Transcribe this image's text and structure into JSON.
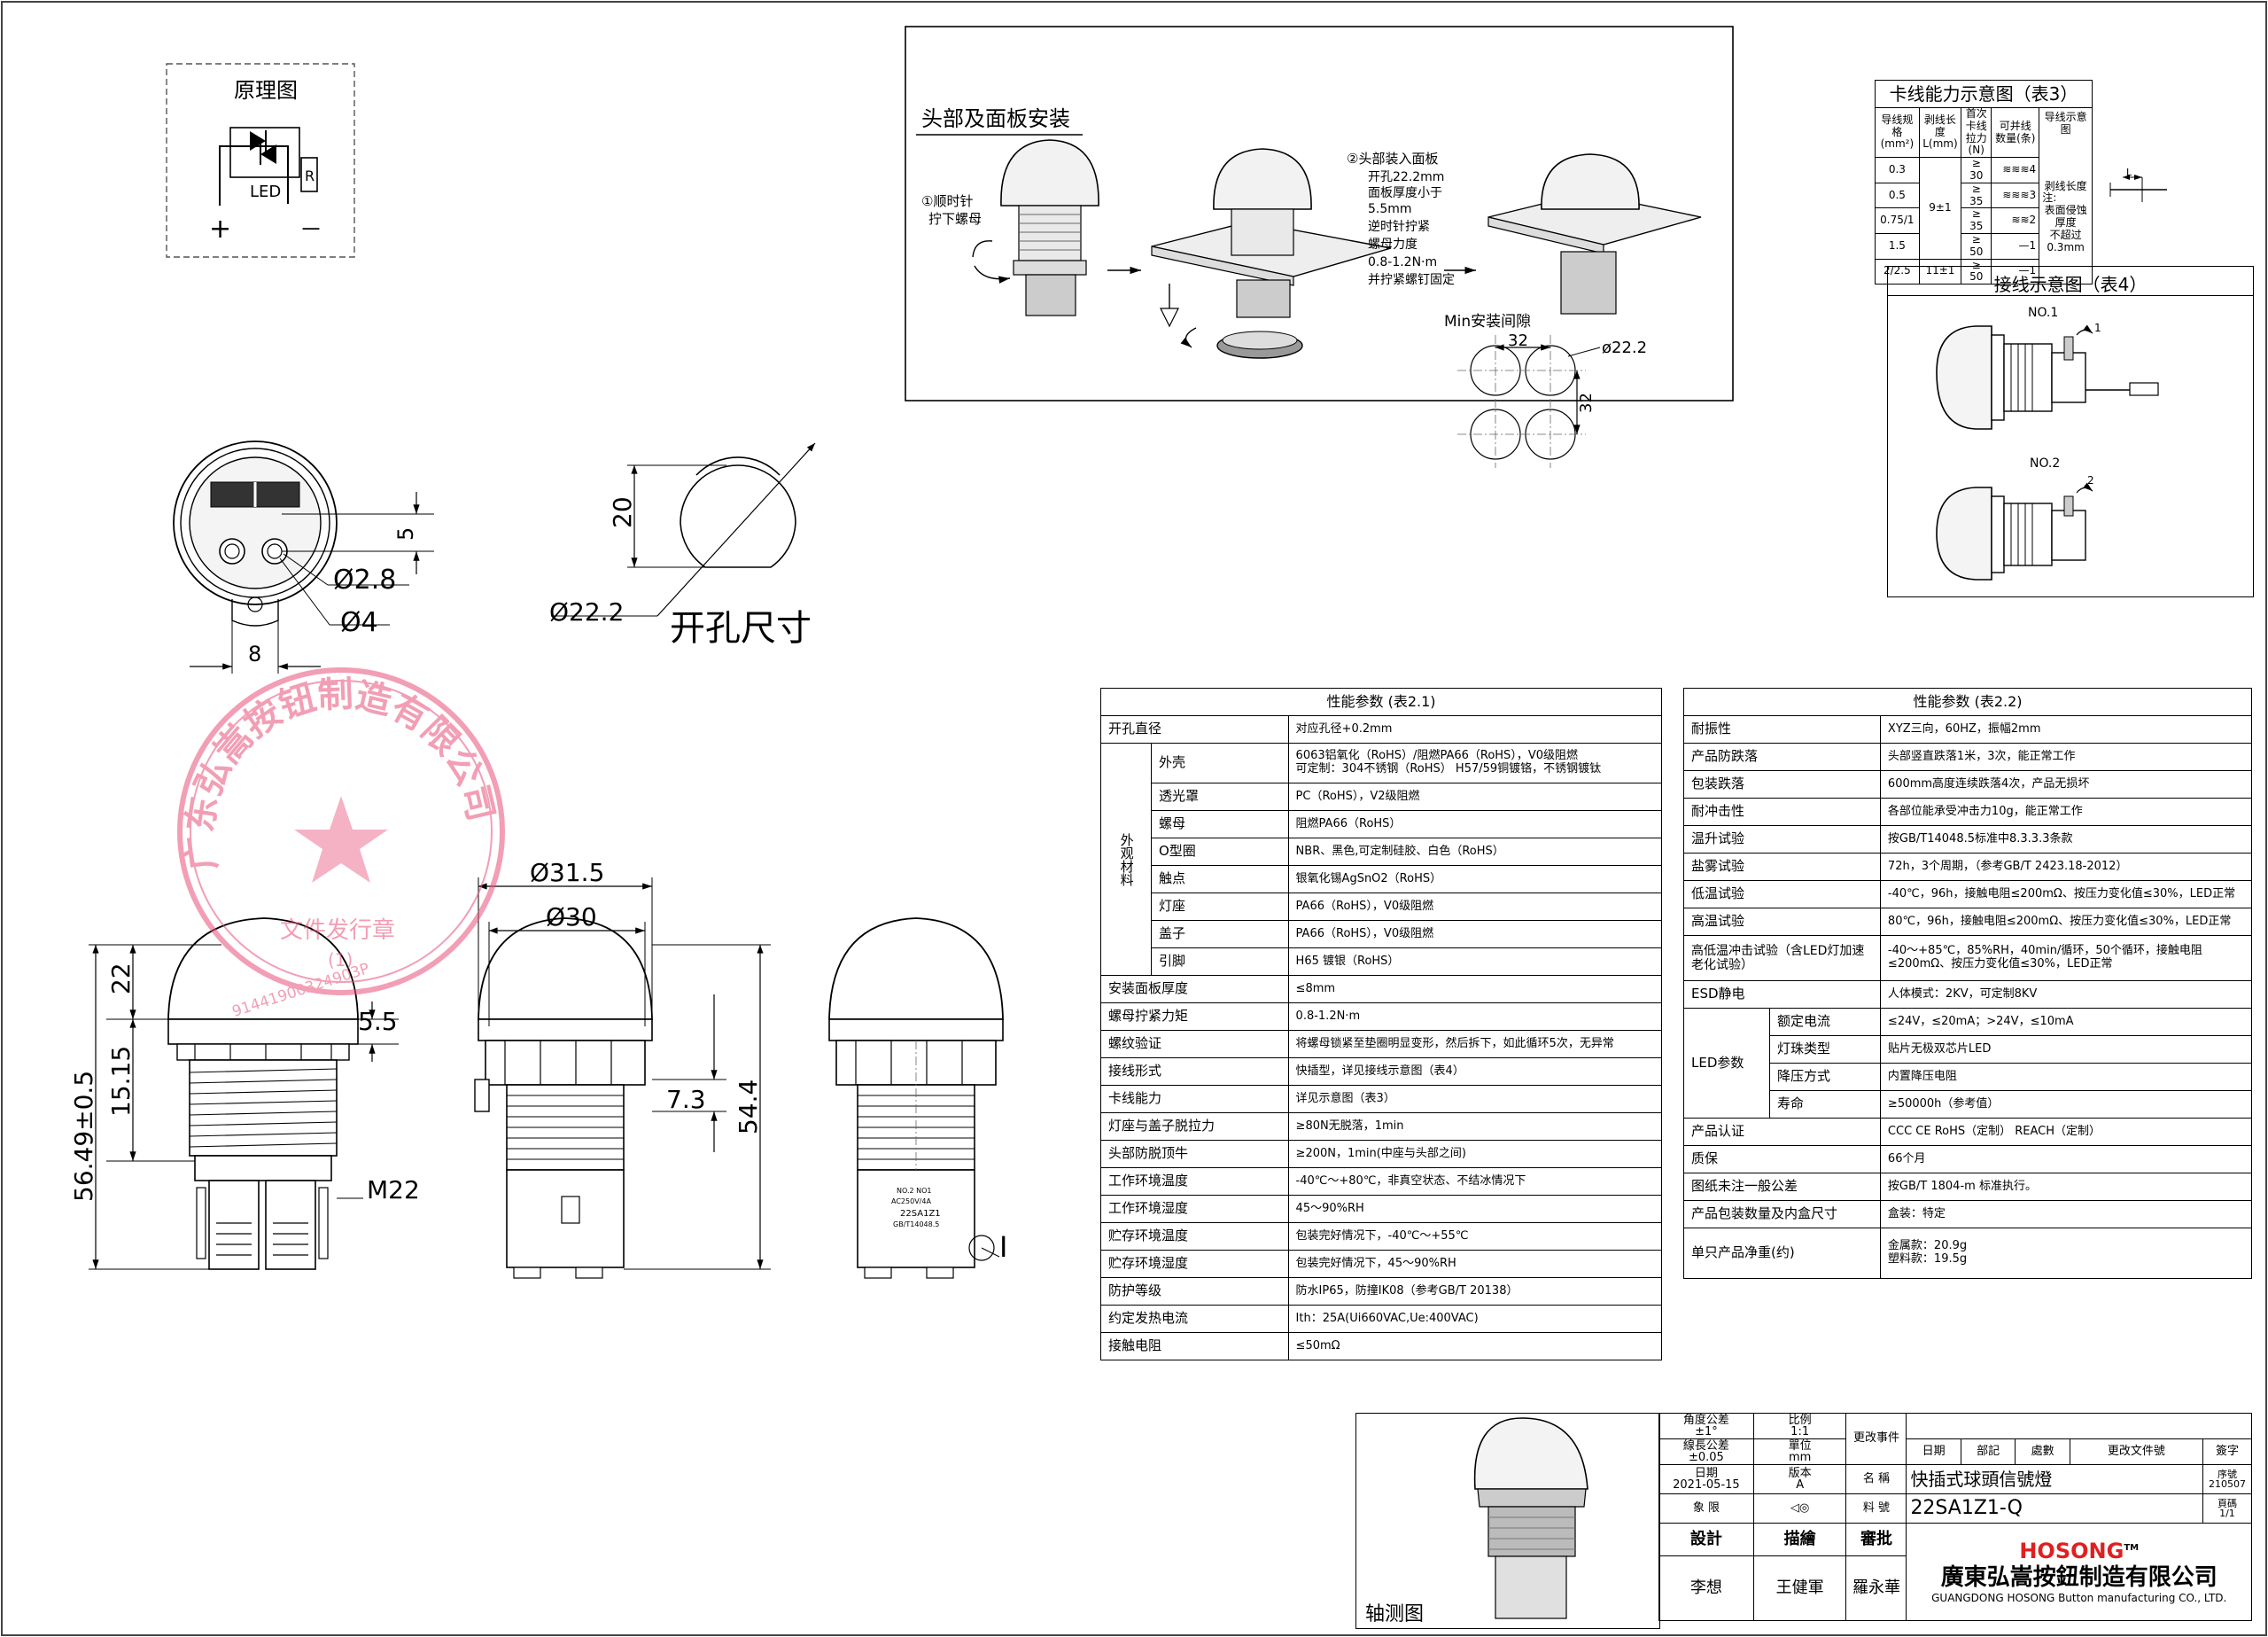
{
  "principle": {
    "title": "原理图",
    "led": "LED",
    "r": "R",
    "plus": "+",
    "minus": "－"
  },
  "install": {
    "title": "头部及面板安装",
    "step1": [
      "①顺时针",
      "拧下螺母"
    ],
    "step2": [
      "②头部装入面板",
      "开孔22.2mm",
      "面板厚度小于",
      "5.5mm",
      "逆时针拧紧",
      "螺母力度",
      "0.8-1.2N·m",
      "并拧紧螺钉固定"
    ],
    "min_spacing": "Min安装间隙",
    "dim32a": "32",
    "dim32b": "32",
    "dia": "ø22.2"
  },
  "dims": {
    "five": "5",
    "d28": "Ø2.8",
    "d4": "Ø4",
    "eight": "8",
    "twenty": "20",
    "d222": "Ø22.2",
    "cutout": "开孔尺寸",
    "d315": "Ø31.5",
    "d30": "Ø30",
    "h22": "22",
    "h55": "5.5",
    "h1515": "15.15",
    "h5649": "56.49±0.5",
    "m22": "M22",
    "h73": "7.3",
    "h544": "54.4",
    "roman": "I"
  },
  "label": {
    "l1": "NO.2 NO1",
    "l2": "AC250V/4A",
    "l3": "22SA1Z1",
    "l4": "GB/T14048.5"
  },
  "table3": {
    "title": "卡线能力示意图（表3）",
    "headers": [
      "导线规格(mm²)",
      "剥线长度L(mm)",
      "首次卡线拉力(N)",
      "可并线数量(条)",
      "导线示意图"
    ],
    "rows": [
      {
        "spec": "0.3",
        "strip": "9±1",
        "pull": "≥ 30",
        "count": "4"
      },
      {
        "spec": "0.5",
        "strip": "",
        "pull": "≥ 35",
        "count": "3"
      },
      {
        "spec": "0.75/1",
        "strip": "",
        "pull": "≥ 35",
        "count": "2"
      },
      {
        "spec": "1.5",
        "strip": "",
        "pull": "≥ 50",
        "count": "1"
      },
      {
        "spec": "2/2.5",
        "strip": "11±1",
        "pull": "≥ 50",
        "count": "1"
      }
    ],
    "note": [
      "剥线长度",
      "注:",
      "表面侵蚀厚度",
      "不超过0.3mm"
    ],
    "L": "L"
  },
  "table4": {
    "title": "接线示意图（表4）",
    "no1": "NO.1",
    "no2": "NO.2",
    "n1": "1",
    "n2": "2"
  },
  "table21": {
    "title": "性能参数  (表2.1)",
    "group": "外观材料",
    "rows": [
      {
        "k": "开孔直径",
        "v": "对应孔径+0.2mm"
      },
      {
        "k": "外壳",
        "v": "6063铝氧化（RoHS）/阻燃PA66（RoHS），V0级阻燃\n可定制：304不锈钢（RoHS）  H57/59铜镀铬，不锈钢镀钛"
      },
      {
        "k": "透光罩",
        "v": "PC（RoHS），V2级阻燃"
      },
      {
        "k": "螺母",
        "v": "阻燃PA66（RoHS）"
      },
      {
        "k": "O型圈",
        "v": "NBR、黑色,可定制硅胶、白色（RoHS）"
      },
      {
        "k": "触点",
        "v": "银氧化锡AgSnO2（RoHS）"
      },
      {
        "k": "灯座",
        "v": "PA66（RoHS），V0级阻燃"
      },
      {
        "k": "盖子",
        "v": "PA66（RoHS），V0级阻燃"
      },
      {
        "k": "引脚",
        "v": "H65 镀银（RoHS）"
      },
      {
        "k": "安装面板厚度",
        "v": "≤8mm"
      },
      {
        "k": "螺母拧紧力矩",
        "v": "0.8-1.2N·m"
      },
      {
        "k": "螺纹验证",
        "v": "将螺母锁紧至垫圈明显变形，然后拆下，如此循环5次，无异常"
      },
      {
        "k": "接线形式",
        "v": "快插型，详见接线示意图（表4）"
      },
      {
        "k": "卡线能力",
        "v": "详见示意图（表3）"
      },
      {
        "k": "灯座与盖子脱拉力",
        "v": "≥80N无脱落，1min"
      },
      {
        "k": "头部防脱顶牛",
        "v": "≥200N，1min(中座与头部之间)"
      },
      {
        "k": "工作环境温度",
        "v": "-40℃～+80℃，非真空状态、不结冰情况下"
      },
      {
        "k": "工作环境湿度",
        "v": "45～90%RH"
      },
      {
        "k": "贮存环境温度",
        "v": "包装完好情况下，-40℃～+55℃"
      },
      {
        "k": "贮存环境湿度",
        "v": "包装完好情况下，45～90%RH"
      },
      {
        "k": "防护等级",
        "v": "防水IP65，防撞IK08（参考GB/T 20138）"
      },
      {
        "k": "约定发热电流",
        "v": "Ith：25A(Ui660VAC,Ue:400VAC)"
      },
      {
        "k": "接触电阻",
        "v": "≤50mΩ"
      }
    ]
  },
  "table22": {
    "title": "性能参数  (表2.2)",
    "led_group": "LED参数",
    "rows": [
      {
        "k": "耐振性",
        "v": "XYZ三向，60HZ，振幅2mm"
      },
      {
        "k": "产品防跌落",
        "v": "头部竖直跌落1米，3次，能正常工作"
      },
      {
        "k": "包装跌落",
        "v": "600mm高度连续跌落4次，产品无损坏"
      },
      {
        "k": "耐冲击性",
        "v": "各部位能承受冲击力10g，能正常工作"
      },
      {
        "k": "温升试验",
        "v": "按GB/T14048.5标准中8.3.3.3条款"
      },
      {
        "k": "盐雾试验",
        "v": "72h，3个周期，（参考GB/T 2423.18-2012）"
      },
      {
        "k": "低温试验",
        "v": "-40℃，96h，接触电阻≤200mΩ、按压力变化值≤30%，LED正常"
      },
      {
        "k": "高温试验",
        "v": "80℃，96h，接触电阻≤200mΩ、按压力变化值≤30%，LED正常"
      },
      {
        "k": "高低温冲击试验（含LED灯加速老化试验）",
        "v": "-40～+85℃，85%RH，40min/循环，50个循环，接触电阻≤200mΩ、按压力变化值≤30%，LED正常"
      },
      {
        "k": "ESD静电",
        "v": "人体模式：2KV，可定制8KV"
      },
      {
        "k": "额定电流",
        "v": "≤24V，≤20mA；>24V，≤10mA"
      },
      {
        "k": "灯珠类型",
        "v": "贴片无极双芯片LED"
      },
      {
        "k": "降压方式",
        "v": "内置降压电阻"
      },
      {
        "k": "寿命",
        "v": "≥50000h（参考值）"
      },
      {
        "k": "产品认证",
        "v": "CCC CE RoHS（定制） REACH（定制）"
      },
      {
        "k": "质保",
        "v": "66个月"
      },
      {
        "k": "图纸未注一般公差",
        "v": "按GB/T 1804-m 标准执行。"
      },
      {
        "k": "产品包装数量及内盒尺寸",
        "v": "盒装：特定"
      },
      {
        "k": "单只产品净重(约)",
        "v": "金属款：20.9g\n塑料款：19.5g"
      }
    ]
  },
  "stamp": {
    "text": "广东弘嵩按钮制造有限公司",
    "sub": "文件发行章",
    "num": "(1)",
    "code": "91441900324903P"
  },
  "titleblock": {
    "axon": "轴测图",
    "angle_tol": "角度公差",
    "angle_val": "±1°",
    "lin_tol": "線長公差",
    "lin_val": "±0.05",
    "date_l": "日期",
    "date_v": "2021-05-15",
    "proj": "象 限",
    "scale_l": "比例",
    "scale_v": "1:1",
    "unit_l": "單位",
    "unit_v": "mm",
    "ver_l": "版本",
    "ver_v": "A",
    "change": "更改事件",
    "h_date": "日期",
    "h_dept": "部記",
    "h_count": "處數",
    "h_file": "更改文件號",
    "h_sign": "簽字",
    "name_l": "名 稱",
    "name_v": "快插式球頭信號燈",
    "code_l": "料 號",
    "code_v": "22SA1Z1-Q",
    "serial_l": "序號",
    "serial_v": "210507",
    "page_l": "頁碼",
    "page_v": "1/1",
    "design": "設計",
    "draft": "描繪",
    "review": "審批",
    "p1": "李想",
    "p2": "王健軍",
    "p3": "羅永華",
    "brand": "HOSONG",
    "tm": "TM",
    "company": "廣東弘嵩按鈕制造有限公司",
    "company_en": "GUANGDONG HOSONG Button manufacturing CO., LTD."
  }
}
